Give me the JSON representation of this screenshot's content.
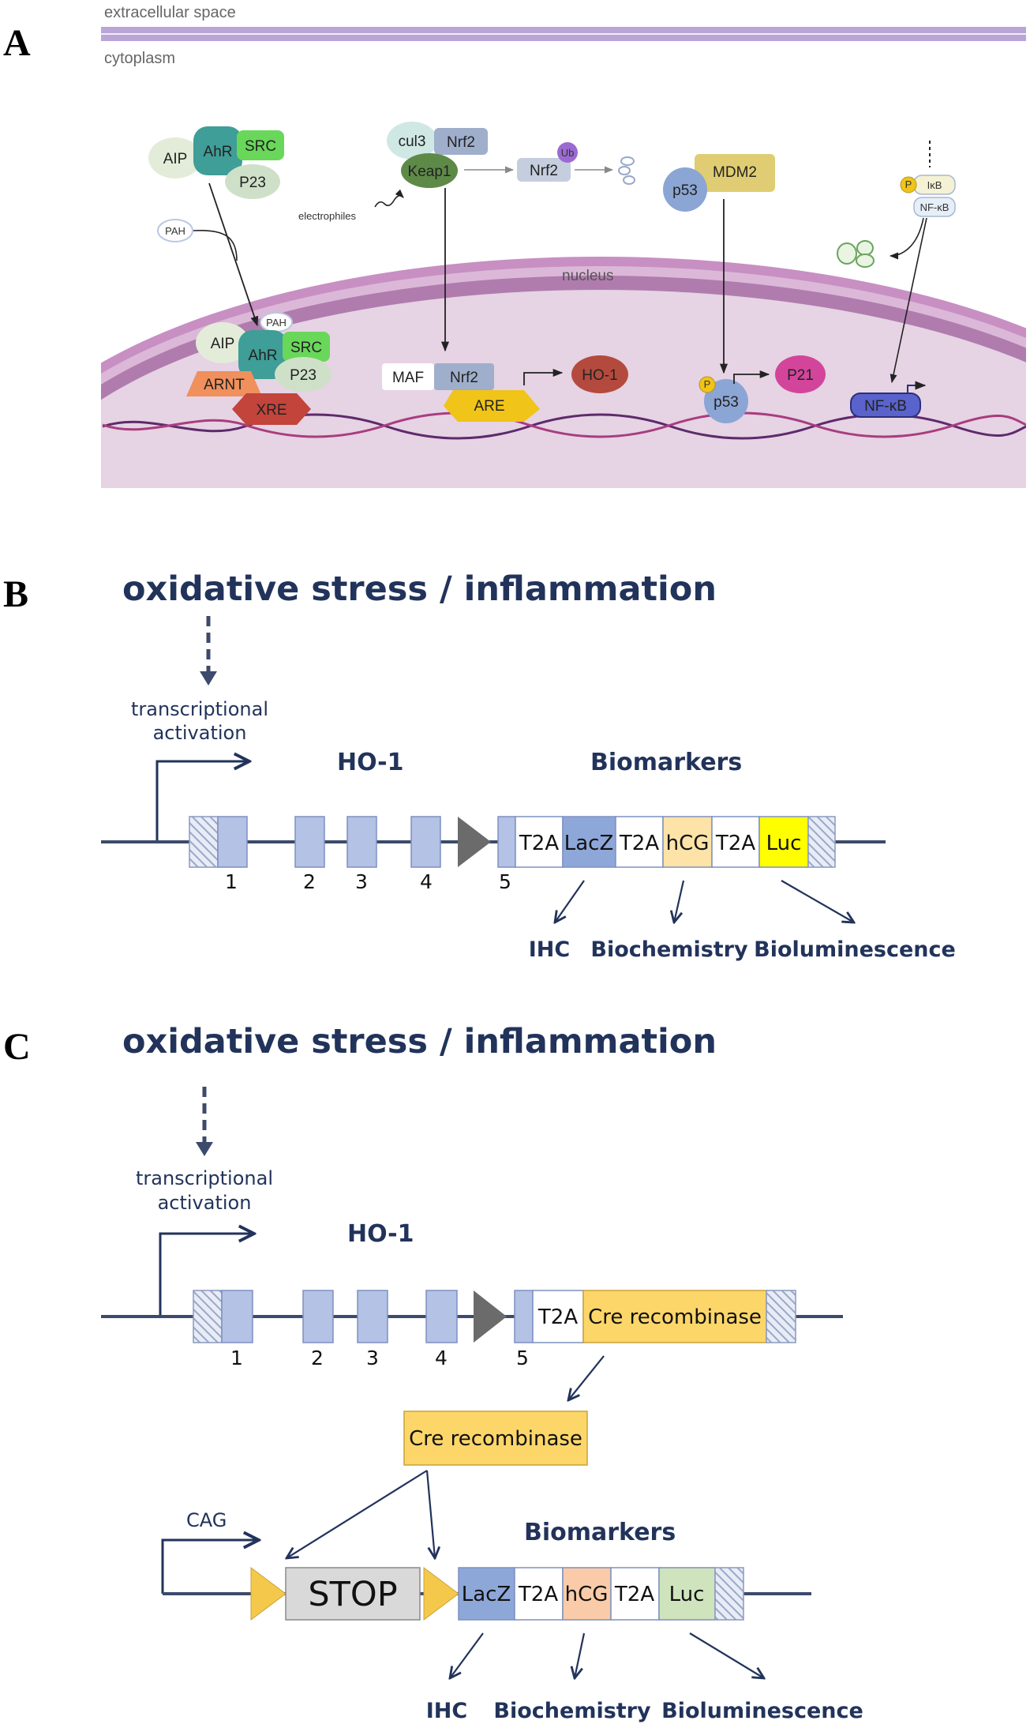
{
  "panel_a": {
    "label": "A",
    "extracellular": "extracellular space",
    "cytoplasm": "cytoplasm",
    "nucleus": "nucleus",
    "electrophiles": "electrophiles",
    "aip": "AIP",
    "ahr": "AhR",
    "src": "SRC",
    "p23": "P23",
    "pah": "PAH",
    "aip2": "AIP",
    "ahr2": "AhR",
    "src2": "SRC",
    "p232": "P23",
    "pah2": "PAH",
    "arnt": "ARNT",
    "xre": "XRE",
    "cul3": "cul3",
    "nrf2_top": "Nrf2",
    "keap1": "Keap1",
    "nrf2_ub": "Nrf2",
    "ub": "Ub",
    "maf": "MAF",
    "nrf2_nuc": "Nrf2",
    "are": "ARE",
    "ho1": "HO-1",
    "p53": "p53",
    "mdm2": "MDM2",
    "p_p53": "P",
    "p53_nuc": "p53",
    "p21": "P21",
    "p_ikb": "P",
    "ikb": "IκB",
    "nfkb_small": "NF-κB",
    "nfkb": "NF-κB"
  },
  "panel_b": {
    "label": "B",
    "title": "oxidative stress / inflammation",
    "activation_line1": "transcriptional",
    "activation_line2": "activation",
    "gene": "HO-1",
    "biomarkers": "Biomarkers",
    "exons": [
      "1",
      "2",
      "3",
      "4",
      "5"
    ],
    "cassette": [
      "T2A",
      "LacZ",
      "T2A",
      "hCG",
      "T2A",
      "Luc"
    ],
    "readouts": [
      "IHC",
      "Biochemistry",
      "Bioluminescence"
    ]
  },
  "panel_c": {
    "label": "C",
    "title": "oxidative stress / inflammation",
    "activation_line1": "transcriptional",
    "activation_line2": "activation",
    "gene": "HO-1",
    "exons": [
      "1",
      "2",
      "3",
      "4",
      "5"
    ],
    "t2a": "T2A",
    "cre_fused": "Cre recombinase",
    "cre": "Cre recombinase",
    "promoter": "CAG",
    "stop": "STOP",
    "biomarkers": "Biomarkers",
    "cassette": [
      "LacZ",
      "T2A",
      "hCG",
      "T2A",
      "Luc"
    ],
    "readouts": [
      "IHC",
      "Biochemistry",
      "Bioluminescence"
    ]
  },
  "colors": {
    "navy": "#22335b",
    "exon": "#b3c2e5",
    "lacz": "#8ea7d9",
    "hcg_b": "#fde3a7",
    "luc_b": "#ffff00",
    "cre": "#fdd66a",
    "hcg_c": "#f9cba8",
    "luc_c": "#cfe4bd",
    "stop": "#d9d9d9",
    "membrane": "#b9a6d6",
    "nucleus": "#e6d3e4",
    "nuclear_envelope": "#b07cae"
  }
}
